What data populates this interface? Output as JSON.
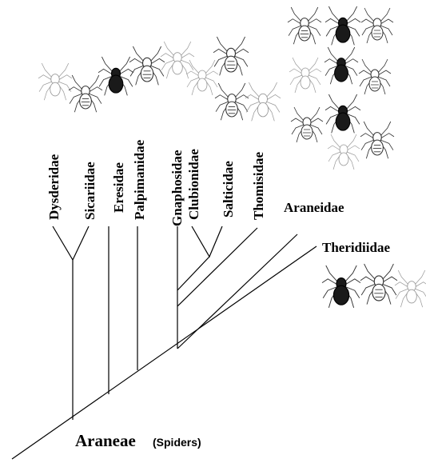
{
  "diagram": {
    "root_label": "Araneae",
    "root_sub": "(Spiders)",
    "families": [
      "Dysderidae",
      "Sicariidae",
      "Eresidae",
      "Palpimanidae",
      "Gnaphosidae",
      "Clubionidae",
      "Salticidae",
      "Thomisidae",
      "Araneidae",
      "Theridiidae"
    ]
  },
  "icons": {
    "spider": "spider-icon"
  }
}
